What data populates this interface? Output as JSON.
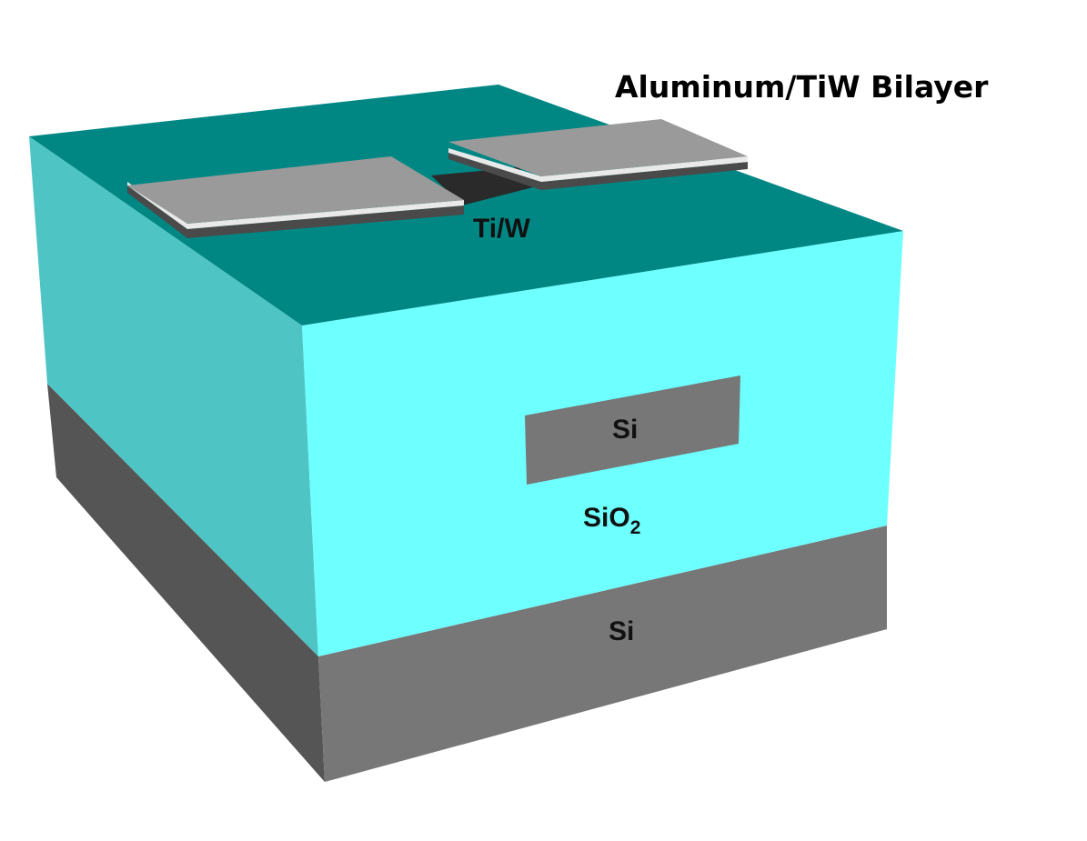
{
  "title": "Aluminum/TiW Bilayer",
  "labels": {
    "tiw": "Ti/W",
    "si_island": "Si",
    "sio2_base": "SiO",
    "sio2_sub": "2",
    "si_substrate": "Si"
  },
  "colors": {
    "sio2_top": "#008784",
    "sio2_front": "#6effff",
    "sio2_left": "#4fc4c4",
    "si_front": "#777777",
    "si_left": "#555555",
    "si_island": "#777777",
    "metal_top": "#9a9a9a",
    "metal_edge_light": "#e9e9e9",
    "metal_edge_dark": "#4a4a4a",
    "tiw_bridge": "#2a2a2a"
  }
}
